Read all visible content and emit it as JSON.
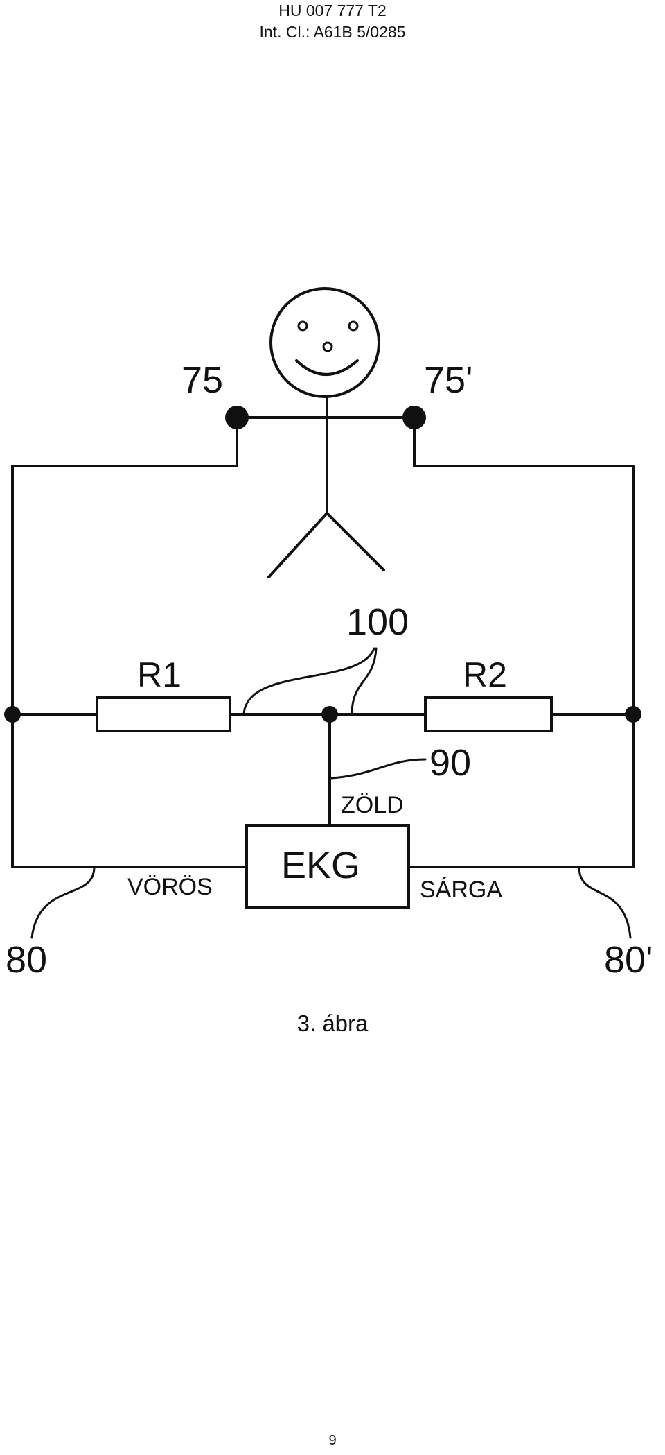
{
  "header": {
    "doc_number": "HU 007 777 T2",
    "classification": "Int. Cl.: A61B 5/0285"
  },
  "figure": {
    "electrode_left": "75",
    "electrode_right": "75'",
    "resistor_left": "R1",
    "resistor_right": "R2",
    "node_ref": "100",
    "ground_ref": "90",
    "green_label": "ZÖLD",
    "red_label": "VÖRÖS",
    "yellow_label": "SÁRGA",
    "device_label": "EKG",
    "lead_left": "80",
    "lead_right": "80'"
  },
  "caption": "3. ábra",
  "page_number": "9"
}
